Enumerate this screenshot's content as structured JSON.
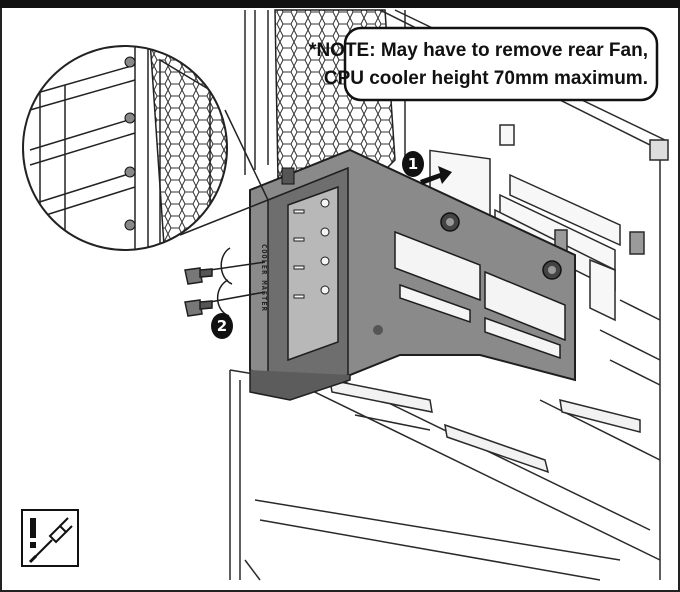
{
  "note": {
    "line1": "*NOTE: May have to remove rear Fan,",
    "line2": "CPU cooler height 70mm maximum."
  },
  "steps": [
    {
      "label": "1",
      "meaning": "slide-bracket-into-case"
    },
    {
      "label": "2",
      "meaning": "fasten-thumbscrews"
    }
  ],
  "bracket": {
    "brand": "COOLER MASTER"
  },
  "icons": {
    "warning": "exclamation-icon",
    "tool": "screwdriver-icon",
    "arrow": "arrow-right-icon"
  },
  "colors": {
    "line": "#2a2a2a",
    "bracket_fill": "#8a8a8a",
    "bracket_dark": "#5c5c5c",
    "case_fill": "#f4f4f4",
    "badge": "#111111"
  }
}
